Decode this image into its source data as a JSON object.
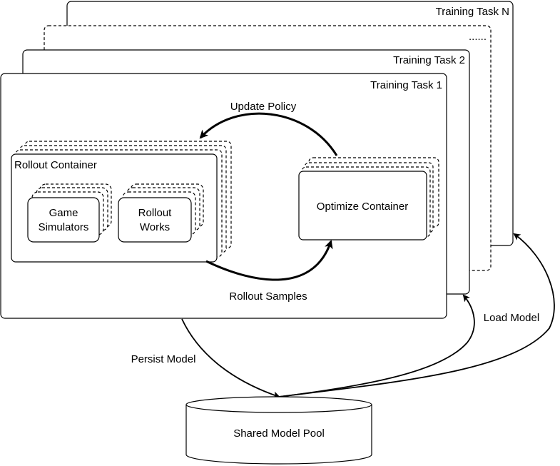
{
  "tasks": {
    "task_n": "Training Task N",
    "ellipsis": "......",
    "task_2": "Training Task 2",
    "task_1": "Training Task 1"
  },
  "containers": {
    "rollout_container": "Rollout Container",
    "game_simulators_line1": "Game",
    "game_simulators_line2": "Simulators",
    "rollout_works_line1": "Rollout",
    "rollout_works_line2": "Works",
    "optimize_container": "Optimize Container"
  },
  "edges": {
    "update_policy": "Update Policy",
    "rollout_samples": "Rollout Samples",
    "persist_model": "Persist Model",
    "load_model": "Load Model"
  },
  "pool": {
    "label": "Shared Model Pool"
  }
}
